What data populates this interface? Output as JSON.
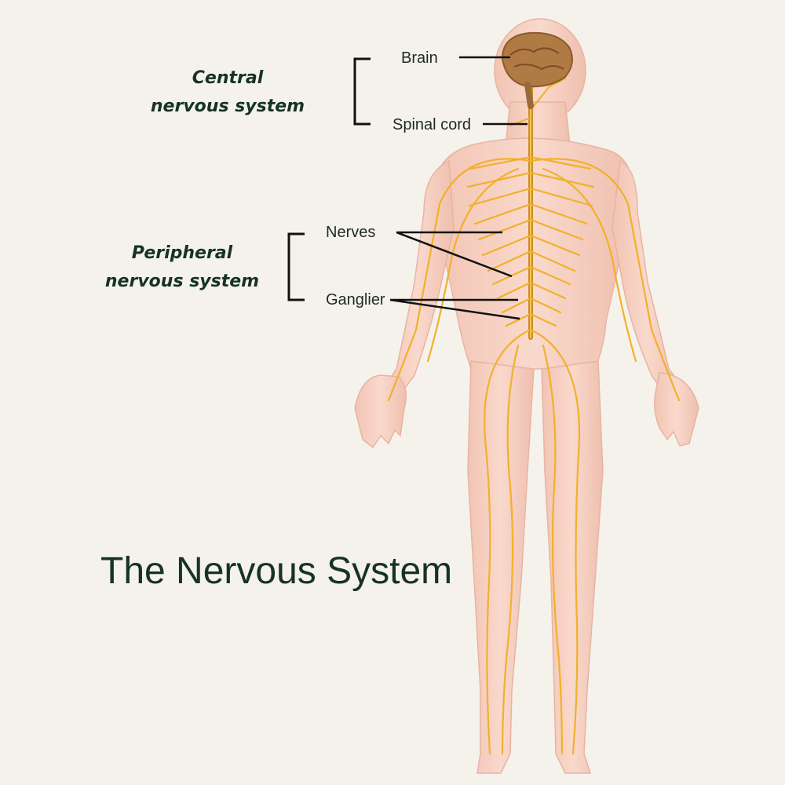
{
  "title": "The Nervous System",
  "groups": [
    {
      "line1": "Central",
      "line2": "nervous system",
      "labels": [
        "Brain",
        "Spinal cord"
      ]
    },
    {
      "line1": "Peripheral",
      "line2": "nervous system",
      "labels": [
        "Nerves",
        "Ganglier"
      ]
    }
  ],
  "colors": {
    "background": "#f5f2ec",
    "skin": "#f6cfc0",
    "nerve": "#f2b02c",
    "brain": "#b07a45",
    "heading_text": "#173321",
    "leader_line": "#111111"
  }
}
